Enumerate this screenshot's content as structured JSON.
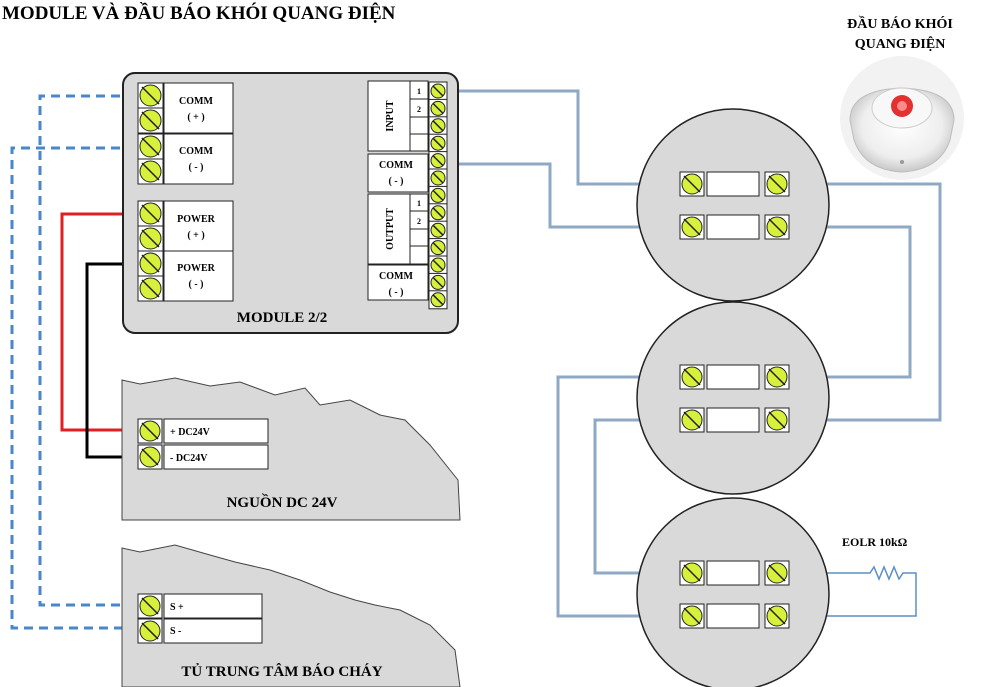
{
  "title": "MODULE VÀ ĐẦU BÁO KHÓI QUANG ĐIỆN",
  "detector": {
    "label_line1": "ĐẦU BÁO KHÓI",
    "label_line2": "QUANG ĐIỆN"
  },
  "module": {
    "name": "MODULE 2/2",
    "comm_plus": {
      "label": "COMM",
      "sign": "( + )"
    },
    "comm_minus": {
      "label": "COMM",
      "sign": "( - )"
    },
    "power_plus": {
      "label": "POWER",
      "sign": "( + )"
    },
    "power_minus": {
      "label": "POWER",
      "sign": "( - )"
    },
    "input_label": "INPUT",
    "input_pins": [
      "1",
      "2"
    ],
    "comm_mid": {
      "label": "COMM",
      "sign": "( - )"
    },
    "output_label": "OUTPUT",
    "output_pins": [
      "1",
      "2"
    ],
    "comm_bottom": {
      "label": "COMM",
      "sign": "( - )"
    }
  },
  "psu": {
    "name": "NGUỒN DC 24V",
    "plus": "+ DC24V",
    "minus": "-  DC24V"
  },
  "panel": {
    "name": "TỦ TRUNG TÂM BÁO CHÁY",
    "s_plus": "S +",
    "s_minus": "S -"
  },
  "eolr": "EOLR  10kΩ",
  "colors": {
    "box_fill": "#d9d9d9",
    "terminal": "#d7f03c",
    "wire_red": "#e02020",
    "wire_black": "#000000",
    "wire_dashed": "#4a86c8",
    "wire_loop": "#8fa9c4",
    "eolr": "#5b8fc8"
  }
}
